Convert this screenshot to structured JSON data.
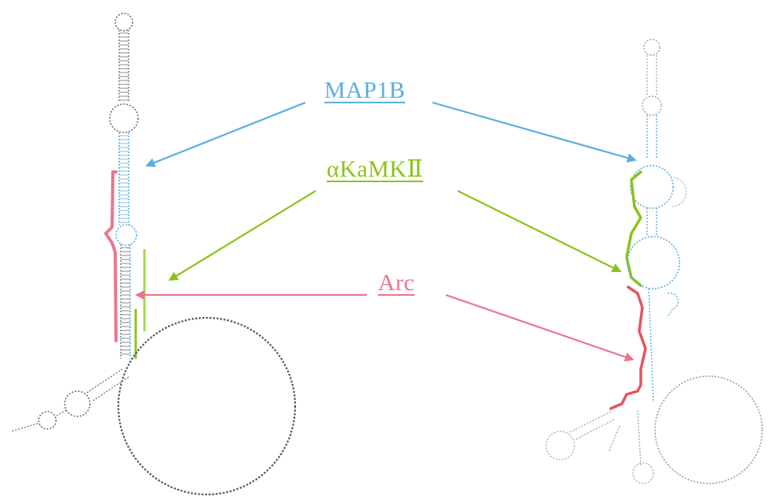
{
  "colors": {
    "map1b": "#5aaede",
    "akamkii": "#8cc21c",
    "arc": "#e9768d",
    "arc_strand": "#e4545f",
    "rna": "#6c6c6c",
    "rna_light": "#9a9a9a"
  },
  "labels": {
    "map1b": "MAP1B",
    "akamkii": "αKaMKⅡ",
    "arc": "Arc"
  },
  "structures": [
    {
      "id": "left",
      "label": ""
    },
    {
      "id": "right",
      "label": ""
    }
  ]
}
